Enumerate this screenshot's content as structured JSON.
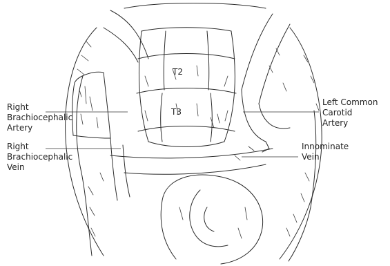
{
  "labels": {
    "t2": "T2",
    "t3": "T3",
    "right_brachiocephalic_artery": [
      "Right",
      "Brachiocephalic",
      "Artery"
    ],
    "right_brachiocephalic_vein": [
      "Right",
      "Brachiocephalic",
      "Vein"
    ],
    "left_common_carotid_artery": [
      "Left Common",
      "Carotid",
      "Artery"
    ],
    "innominate_vein": [
      "Innominate",
      "Vein"
    ]
  },
  "colors": {
    "ink": "#2a2a2a",
    "background": "#ffffff"
  }
}
